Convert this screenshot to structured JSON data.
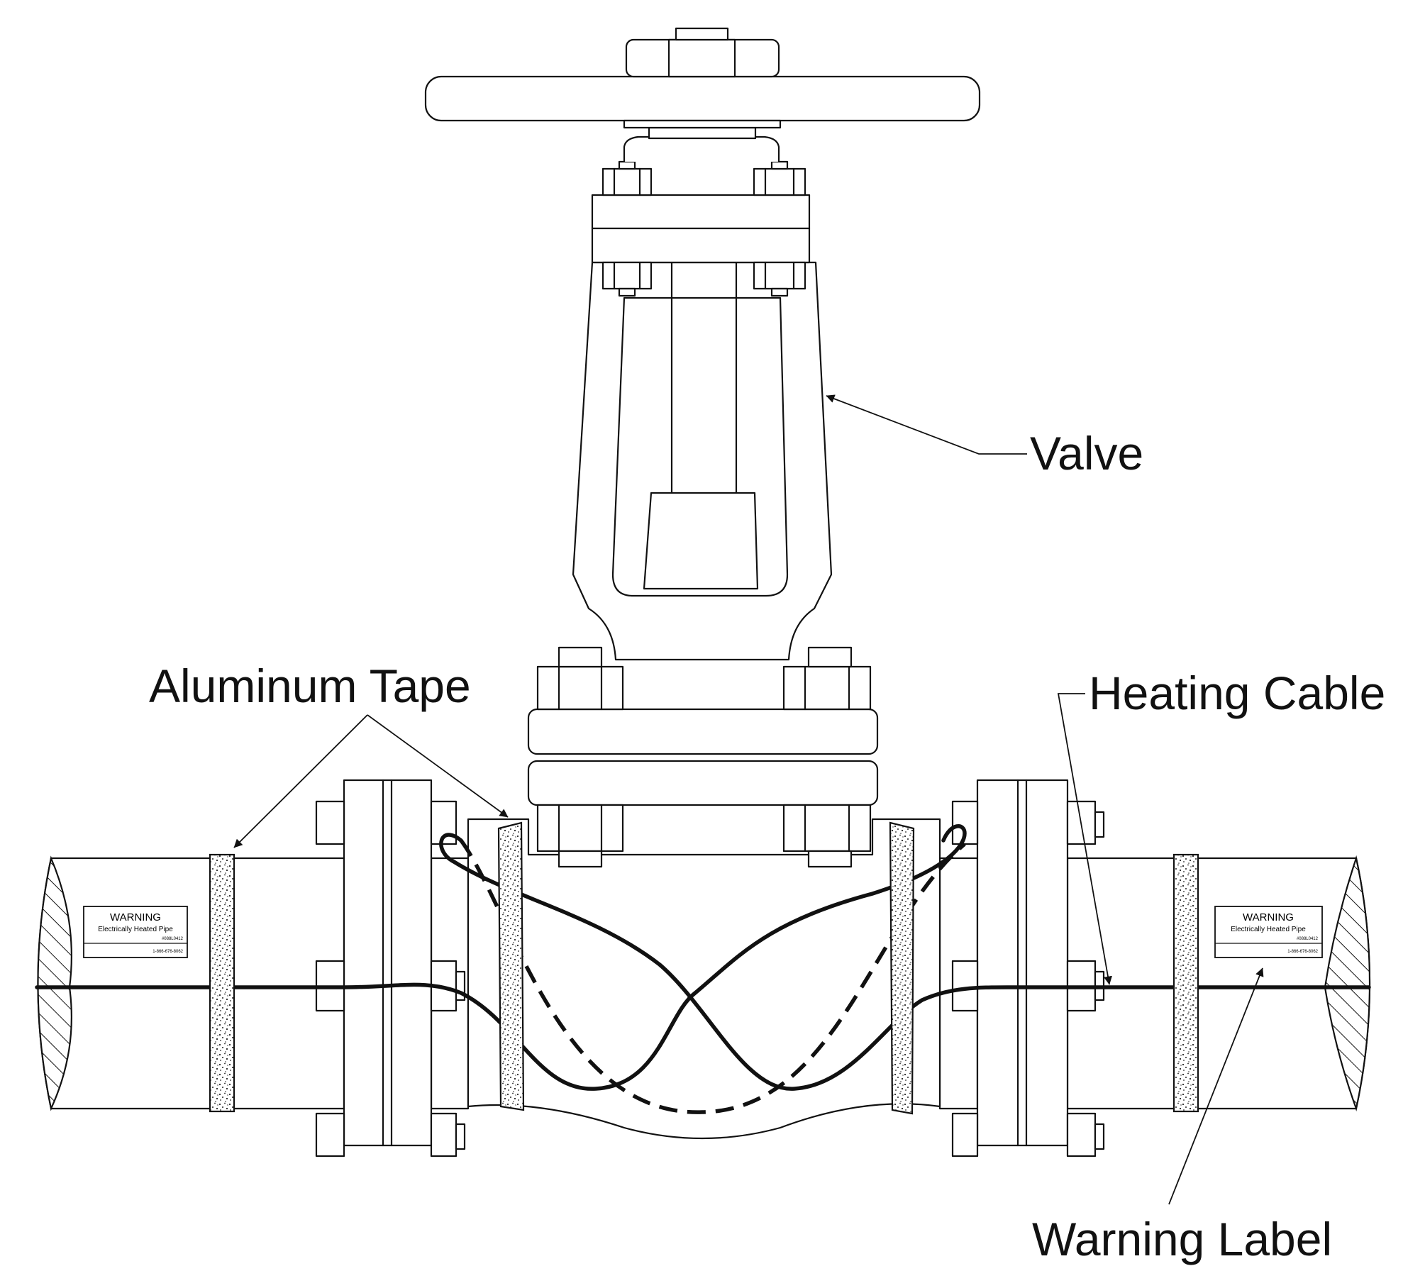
{
  "callouts": {
    "valve": "Valve",
    "aluminum_tape": "Aluminum Tape",
    "heating_cable": "Heating Cable",
    "warning_label": "Warning Label"
  },
  "warning_label_card": {
    "title": "WARNING",
    "subtitle": "Electrically Heated Pipe",
    "part_code": "#088L0412",
    "phone": "1-866-676-8062"
  },
  "colors": {
    "line": "#111111",
    "background": "#ffffff"
  }
}
